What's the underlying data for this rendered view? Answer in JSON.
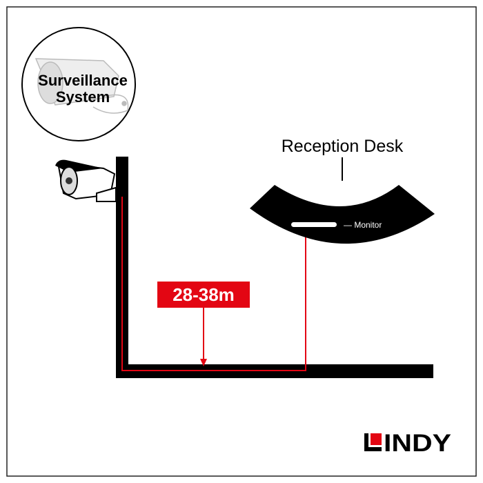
{
  "badge": {
    "line1": "Surveillance",
    "line2": "System"
  },
  "desk_label": "Reception Desk",
  "monitor_label": "— Monitor",
  "distance_label": "28-38m",
  "logo": {
    "text": "LINDY"
  },
  "colors": {
    "accent": "#e30613",
    "ink": "#000000"
  }
}
